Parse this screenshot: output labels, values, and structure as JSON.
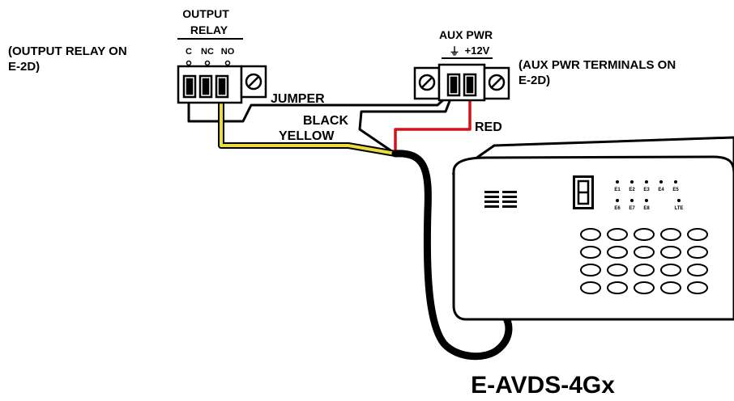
{
  "relay": {
    "title_line1": "OUTPUT",
    "title_line2": "RELAY",
    "terminals": [
      "C",
      "NC",
      "NO"
    ],
    "note_line1": "(OUTPUT RELAY ON",
    "note_line2": "E-2D)"
  },
  "aux": {
    "title": "AUX PWR",
    "ground_symbol": "⏚",
    "voltage": "+12V",
    "note_line1": "(AUX PWR TERMINALS ON",
    "note_line2": "E-2D)"
  },
  "wires": {
    "jumper": "JUMPER",
    "black": "BLACK",
    "yellow": "YELLOW",
    "red": "RED",
    "colors": {
      "black": "#000000",
      "yellow": "#e8dd3a",
      "red": "#d0121b"
    }
  },
  "device": {
    "name": "E-AVDS-4Gx",
    "led_row1": [
      "E1",
      "E2",
      "E3",
      "E4",
      "E5"
    ],
    "led_row2": [
      "E6",
      "E7",
      "E8",
      "LTE"
    ]
  }
}
